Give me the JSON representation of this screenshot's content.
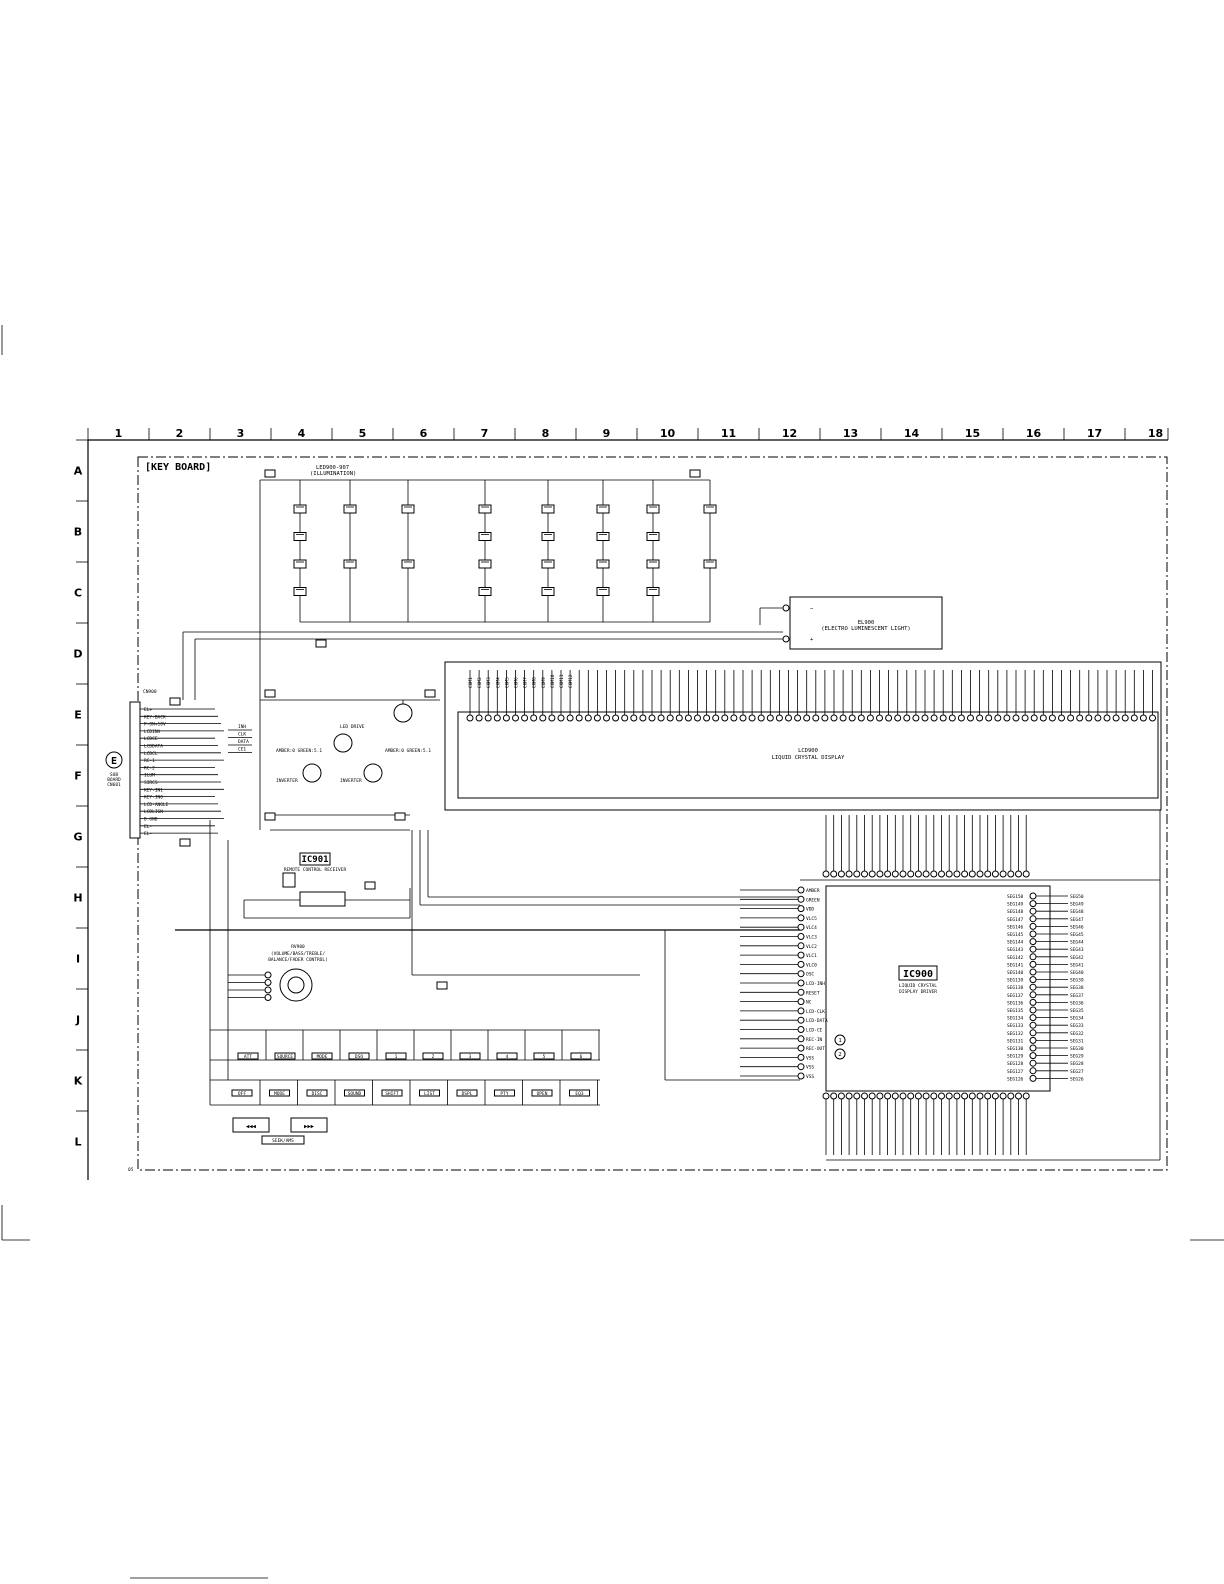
{
  "page": {
    "title": "[KEY BOARD]",
    "sheet_code": "05"
  },
  "grid": {
    "columns": [
      "1",
      "2",
      "3",
      "4",
      "5",
      "6",
      "7",
      "8",
      "9",
      "10",
      "11",
      "12",
      "13",
      "14",
      "15",
      "16",
      "17",
      "18"
    ],
    "rows": [
      "A",
      "B",
      "C",
      "D",
      "E",
      "F",
      "G",
      "H",
      "I",
      "J",
      "K",
      "L"
    ]
  },
  "labels": {
    "illumination_ref": "LED900-907",
    "illumination": "(ILLUMINATION)",
    "el_part": "EL900",
    "el_desc": "(ELECTRO LUMINESCENT LIGHT)",
    "lcd_part": "LCD900",
    "lcd_desc": "LIQUID CRYSTAL DISPLAY",
    "ic900_name": "IC900",
    "ic900_desc1": "LIQUID CRYSTAL",
    "ic900_desc2": "DISPLAY DRIVER",
    "ic901_name": "IC901",
    "ic901_desc": "REMOTE CONTROL RECEIVER",
    "encoder_part": "RV900",
    "encoder_desc1": "(VOLUME/BASS/TREBLE/",
    "encoder_desc2": "BALANCE/FADER CONTROL)",
    "seek_label": "SEEK/AMS",
    "sub_board_letter": "E",
    "sub_board1": "SUB",
    "sub_board2": "BOARD",
    "sub_board3": "CN601",
    "connector_ref": "CN900",
    "led_drive": "LED DRIVE",
    "inverter": "INVERTER",
    "amber_green": "AMBER:0 GREEN:5.1",
    "ref1": "1",
    "ref2": "2",
    "b_plus": "B+"
  },
  "connector_pins": [
    "EL+",
    "KEY-BACK",
    "P-ON+10V",
    "LCDINH",
    "LCDCE",
    "LCDDATA",
    "LCDCL",
    "RC-1",
    "RC-2",
    "ILUM",
    "SIRCS",
    "KEY-IN1",
    "KEY-IN0",
    "LCD-ANGLE",
    "LCDLIGN",
    "D.GND",
    "EL-",
    "EL-"
  ],
  "bus_labels": [
    "INH",
    "CLK",
    "DATA",
    "CE1"
  ],
  "lcd_commons": [
    "COM1",
    "COM2",
    "COM3",
    "COM4",
    "COM5",
    "COM6",
    "COM7",
    "COM8",
    "COM9",
    "COM10",
    "COM11",
    "COM12"
  ],
  "ic900_left_pins": [
    "AMBER",
    "GREEN",
    "VDD",
    "VLC5",
    "VLC4",
    "VLC3",
    "VLC2",
    "VLC1",
    "VLC0",
    "OSC",
    "LCD-INH",
    "RESET",
    "NC",
    "LCD-CLK",
    "LCD-DATA",
    "LCD-CE",
    "REC-IN",
    "REC-OUT",
    "VSS",
    "VSS",
    "VSS"
  ],
  "ic900_right_pins": [
    "SEG150",
    "SEG149",
    "SEG148",
    "SEG147",
    "SEG146",
    "SEG145",
    "SEG144",
    "SEG143",
    "SEG142",
    "SEG141",
    "SEG140",
    "SEG139",
    "SEG138",
    "SEG137",
    "SEG136",
    "SEG135",
    "SEG134",
    "SEG133",
    "SEG132",
    "SEG131",
    "SEG130",
    "SEG129",
    "SEG128",
    "SEG127",
    "SEG126"
  ],
  "switch_row1": [
    "ATT",
    "SOURCE",
    "MODE",
    "DSO",
    "1",
    "2",
    "3",
    "4",
    "5",
    "6"
  ],
  "switch_row2": [
    "OFF",
    "MODE",
    "DISC",
    "SOUND",
    "SHIFT",
    "LIST",
    "DSPL",
    "PTY",
    "OPEN",
    "EQ3"
  ],
  "colors": {
    "ink": "#000000",
    "paper": "#ffffff"
  }
}
